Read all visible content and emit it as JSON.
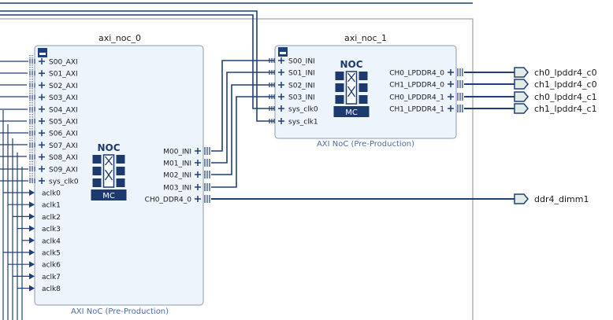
{
  "noc0": {
    "name": "axi_noc_0",
    "subtitle": "AXI NoC (Pre-Production)",
    "left_pins": [
      "S00_AXI",
      "S01_AXI",
      "S02_AXI",
      "S03_AXI",
      "S04_AXI",
      "S05_AXI",
      "S06_AXI",
      "S07_AXI",
      "S08_AXI",
      "S09_AXI",
      "sys_clk0"
    ],
    "clk_pins": [
      "aclk0",
      "aclk1",
      "aclk2",
      "aclk3",
      "aclk4",
      "aclk5",
      "aclk6",
      "aclk7",
      "aclk8"
    ],
    "right_pins": [
      "M00_INI",
      "M01_INI",
      "M02_INI",
      "M03_INI",
      "CH0_DDR4_0"
    ],
    "logo_noc": "NOC",
    "logo_mc": "MC"
  },
  "noc1": {
    "name": "axi_noc_1",
    "subtitle": "AXI NoC (Pre-Production)",
    "left_pins": [
      "S00_INI",
      "S01_INI",
      "S02_INI",
      "S03_INI",
      "sys_clk0",
      "sys_clk1"
    ],
    "right_pins": [
      "CH0_LPDDR4_0",
      "CH1_LPDDR4_0",
      "CH0_LPDDR4_1",
      "CH1_LPDDR4_1"
    ],
    "logo_noc": "NOC",
    "logo_mc": "MC"
  },
  "ports": [
    "ch0_lpddr4_c0",
    "ch1_lpddr4_c0",
    "ch0_lpddr4_c1",
    "ch1_lpddr4_c1",
    "ddr4_dimm1"
  ],
  "colors": {
    "wire": "#1f3f7a",
    "block_fill": "#eef4fc",
    "block_stroke": "#8a9ab8",
    "logo": "#1c3a6e",
    "port_fill": "#e3ebe6"
  }
}
